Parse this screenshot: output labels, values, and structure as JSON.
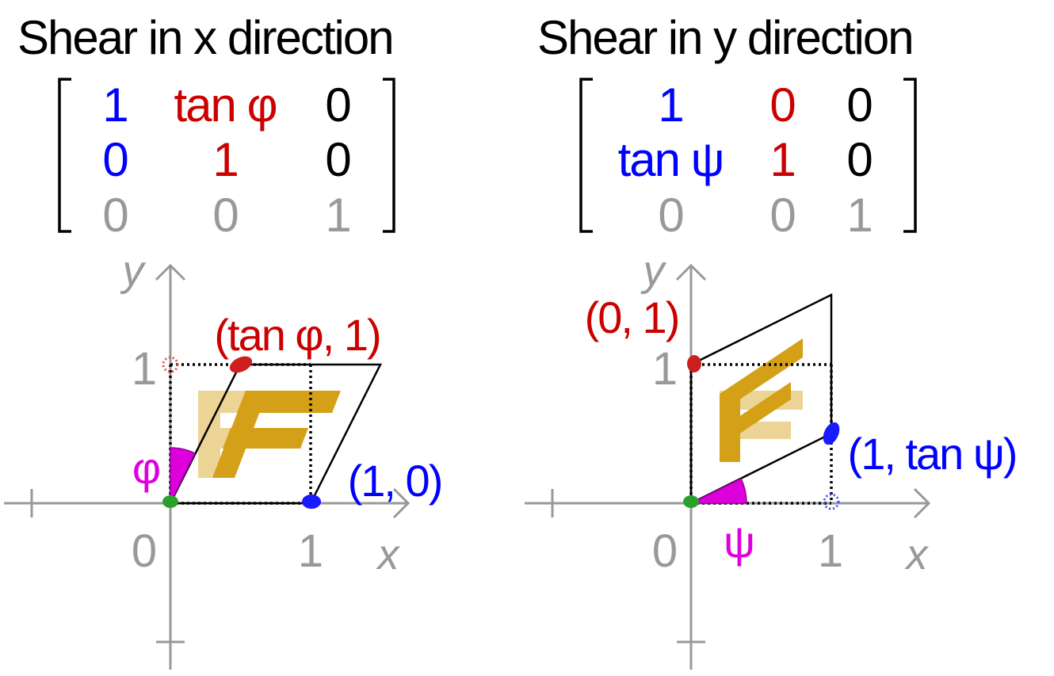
{
  "colors": {
    "blue": "#0000ff",
    "red": "#cc0000",
    "black": "#000000",
    "gray": "#999999",
    "magenta": "#dd00dd",
    "gold": "#d4a017",
    "gold_faded": "#ecd496",
    "green": "#2ca02c"
  },
  "left": {
    "title": "Shear in x direction",
    "matrix": [
      [
        "1",
        "tan φ",
        "0"
      ],
      [
        "0",
        "1",
        "0"
      ],
      [
        "0",
        "0",
        "1"
      ]
    ],
    "axis_x": "x",
    "axis_y": "y",
    "tick_0": "0",
    "tick_1_x": "1",
    "tick_1_y": "1",
    "label_top": "(tan φ, 1)",
    "label_right": "(1, 0)",
    "angle": "φ"
  },
  "right": {
    "title": "Shear in y direction",
    "matrix": [
      [
        "1",
        "0",
        "0"
      ],
      [
        "tan ψ",
        "1",
        "0"
      ],
      [
        "0",
        "0",
        "1"
      ]
    ],
    "axis_x": "x",
    "axis_y": "y",
    "tick_0": "0",
    "tick_1_x": "1",
    "tick_1_y": "1",
    "label_top": "(0, 1)",
    "label_right": "(1, tan ψ)",
    "angle": "ψ"
  }
}
